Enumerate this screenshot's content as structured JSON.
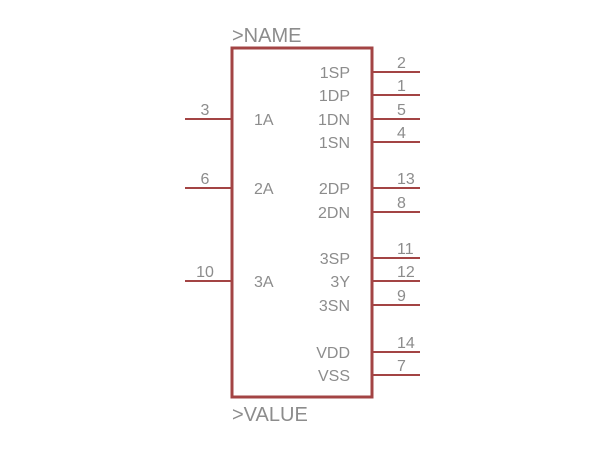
{
  "symbol": {
    "name_label": ">NAME",
    "value_label": ">VALUE",
    "colors": {
      "outline": "#a34444",
      "pin": "#a34444",
      "text": "#8c8c8c",
      "background": "#ffffff"
    },
    "left_pins": [
      {
        "number": "3",
        "name": "1A"
      },
      {
        "number": "6",
        "name": "2A"
      },
      {
        "number": "10",
        "name": "3A"
      }
    ],
    "right_pins": [
      {
        "number": "2",
        "name": "1SP"
      },
      {
        "number": "1",
        "name": "1DP"
      },
      {
        "number": "5",
        "name": "1DN"
      },
      {
        "number": "4",
        "name": "1SN"
      },
      {
        "number": "13",
        "name": "2DP"
      },
      {
        "number": "8",
        "name": "2DN"
      },
      {
        "number": "11",
        "name": "3SP"
      },
      {
        "number": "12",
        "name": "3Y"
      },
      {
        "number": "9",
        "name": "3SN"
      },
      {
        "number": "14",
        "name": "VDD"
      },
      {
        "number": "7",
        "name": "VSS"
      }
    ]
  }
}
